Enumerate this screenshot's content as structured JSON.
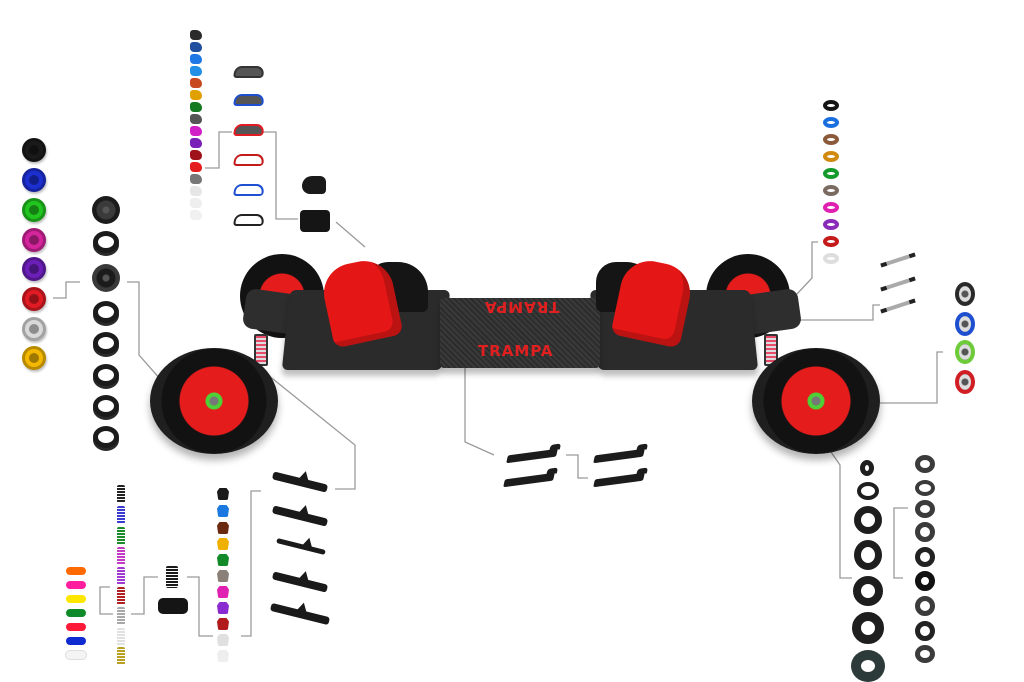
{
  "product": {
    "brand": "TRAMPA",
    "logo_text_top": "TRAMPA",
    "logo_text_bottom": "TRAMPA",
    "accent_color": "#e51c1c",
    "deck_color": "#2f2f2f"
  },
  "parts": {
    "hub_colors": [
      "#1a1a1a",
      "#1c2fd1",
      "#22c41f",
      "#d4259c",
      "#6b1fb8",
      "#e11b24",
      "#d9d9d9",
      "#f5b800"
    ],
    "hub_parts": [
      "hub-full",
      "rim-ring",
      "hub-full",
      "hub-insert",
      "hub-insert",
      "hub-insert",
      "hub-insert",
      "hub-insert"
    ],
    "binding_connector_colors": [
      "#2a2a2a",
      "#1f4f9e",
      "#1e78e6",
      "#2290e6",
      "#c8481f",
      "#e0a000",
      "#137a22",
      "#555555",
      "#d11ec7",
      "#7a1fb8",
      "#a0121a",
      "#e41c1c",
      "#777777",
      "#e6e6e6",
      "#eeeeee",
      "#f0f0f0"
    ],
    "straps": [
      {
        "fill": "#555555",
        "edge": "#333333"
      },
      {
        "fill": "#555555",
        "edge": "#1f4fd1"
      },
      {
        "fill": "#555555",
        "edge": "#e11b24"
      },
      {
        "fill": "#ffffff",
        "edge": "#c41a1a"
      },
      {
        "fill": "#ffffff",
        "edge": "#1f4fd1"
      },
      {
        "fill": "#ffffff",
        "edge": "#222222"
      }
    ],
    "heel_pieces": [
      "heel-cup",
      "heel-ratchet"
    ],
    "washer_colors": [
      "#151515",
      "#1a6fe0",
      "#8a5a3a",
      "#d08a10",
      "#129a2a",
      "#7a6a60",
      "#e020b0",
      "#8a2ab8",
      "#c41a1a",
      "#dddddd"
    ],
    "axle_bolts": 3,
    "bearing_colors": [
      "#2a2a2a",
      "#1f4fd1",
      "#6ecb3a",
      "#d01e24"
    ],
    "bushing_colors": [
      "#ff6a00",
      "#ff1f9e",
      "#ffe600",
      "#0f8a2a",
      "#ff1a3a",
      "#0f2ad1",
      "#ffffff"
    ],
    "spring_colors": [
      "#222222",
      "#3a3ad1",
      "#1a8a2a",
      "#c43ac4",
      "#a03ad1",
      "#b02020",
      "#a8a8a8",
      "#e0e0e0",
      "#b8a020"
    ],
    "shock_parts": [
      "spring-black",
      "damper-sleeve"
    ],
    "pivot_colors": [
      "#1a1a1a",
      "#1a78e0",
      "#6a2a10",
      "#f0b000",
      "#128a2a",
      "#8a8078",
      "#e020b0",
      "#8a2ad1",
      "#b01a1a",
      "#e0e0e0",
      "#eeeeee"
    ],
    "trucks": [
      "truck-1",
      "truck-2",
      "truck-3",
      "truck-4",
      "truck-5"
    ],
    "footplates": [
      "footplate-1",
      "footplate-2",
      "footplate-3",
      "footplate-4"
    ],
    "tyres_large": 7,
    "tyres_small": 9
  }
}
